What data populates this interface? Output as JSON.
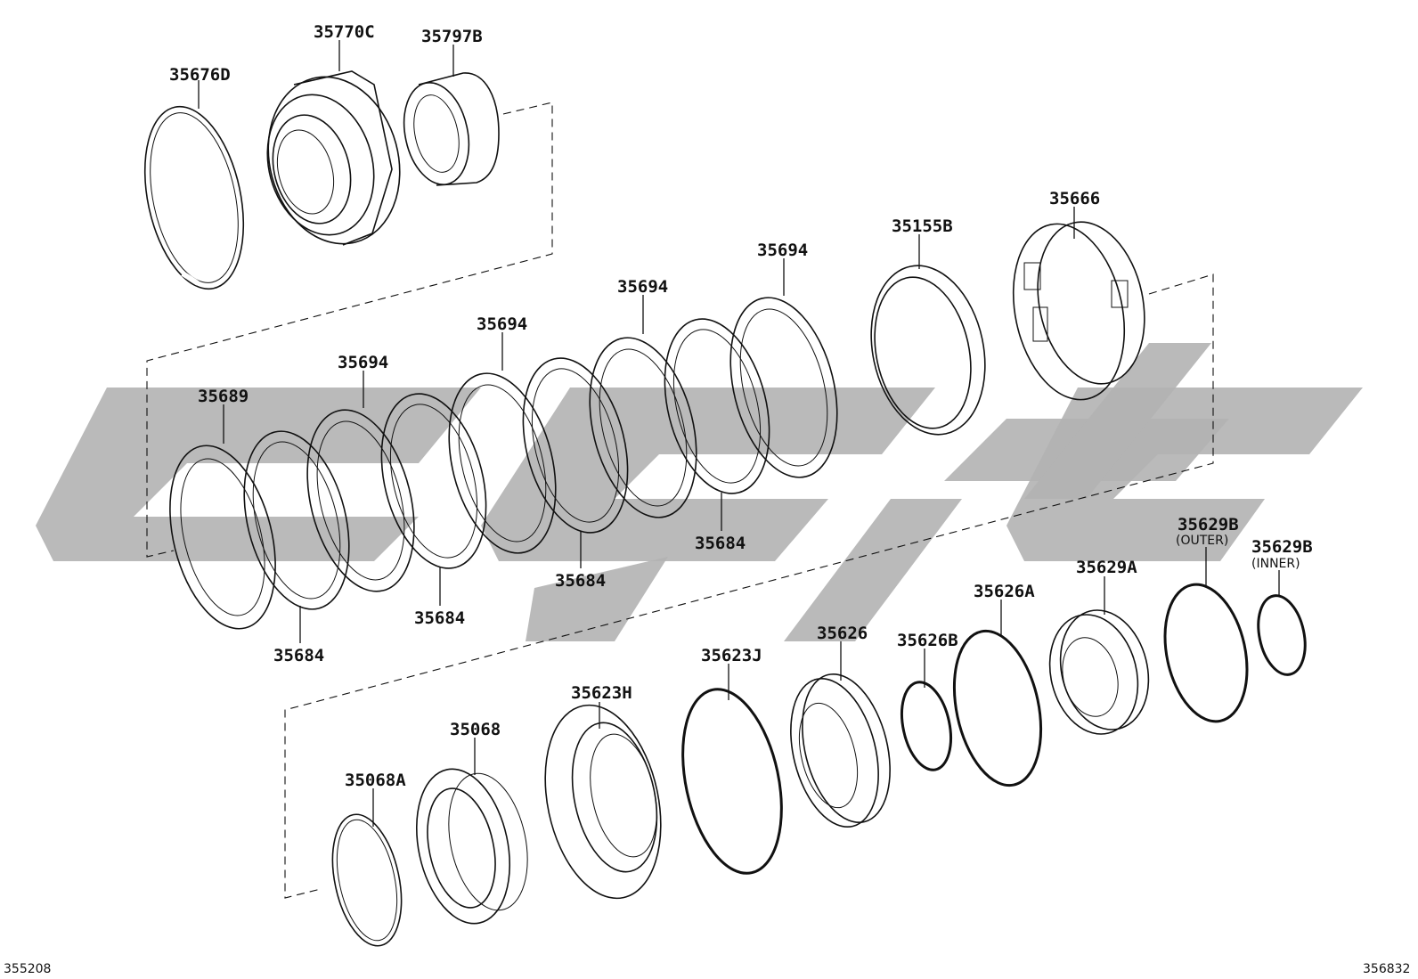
{
  "diagram": {
    "corner_left": "355208",
    "corner_right": "356832",
    "callouts": [
      {
        "id": "35676D",
        "label": "35676D"
      },
      {
        "id": "35770C",
        "label": "35770C"
      },
      {
        "id": "35797B",
        "label": "35797B"
      },
      {
        "id": "35666",
        "label": "35666"
      },
      {
        "id": "35155B",
        "label": "35155B"
      },
      {
        "id": "35694_a",
        "label": "35694"
      },
      {
        "id": "35694_b",
        "label": "35694"
      },
      {
        "id": "35694_c",
        "label": "35694"
      },
      {
        "id": "35694_d",
        "label": "35694"
      },
      {
        "id": "35689",
        "label": "35689"
      },
      {
        "id": "35684_a",
        "label": "35684"
      },
      {
        "id": "35684_b",
        "label": "35684"
      },
      {
        "id": "35684_c",
        "label": "35684"
      },
      {
        "id": "35684_d",
        "label": "35684"
      },
      {
        "id": "35629B_outer",
        "label": "35629B",
        "sublabel": "(OUTER)"
      },
      {
        "id": "35629B_inner",
        "label": "35629B",
        "sublabel": "(INNER)"
      },
      {
        "id": "35629A",
        "label": "35629A"
      },
      {
        "id": "35626A",
        "label": "35626A"
      },
      {
        "id": "35626B",
        "label": "35626B"
      },
      {
        "id": "35626",
        "label": "35626"
      },
      {
        "id": "35623J",
        "label": "35623J"
      },
      {
        "id": "35623H",
        "label": "35623H"
      },
      {
        "id": "35068",
        "label": "35068"
      },
      {
        "id": "35068A",
        "label": "35068A"
      }
    ]
  }
}
